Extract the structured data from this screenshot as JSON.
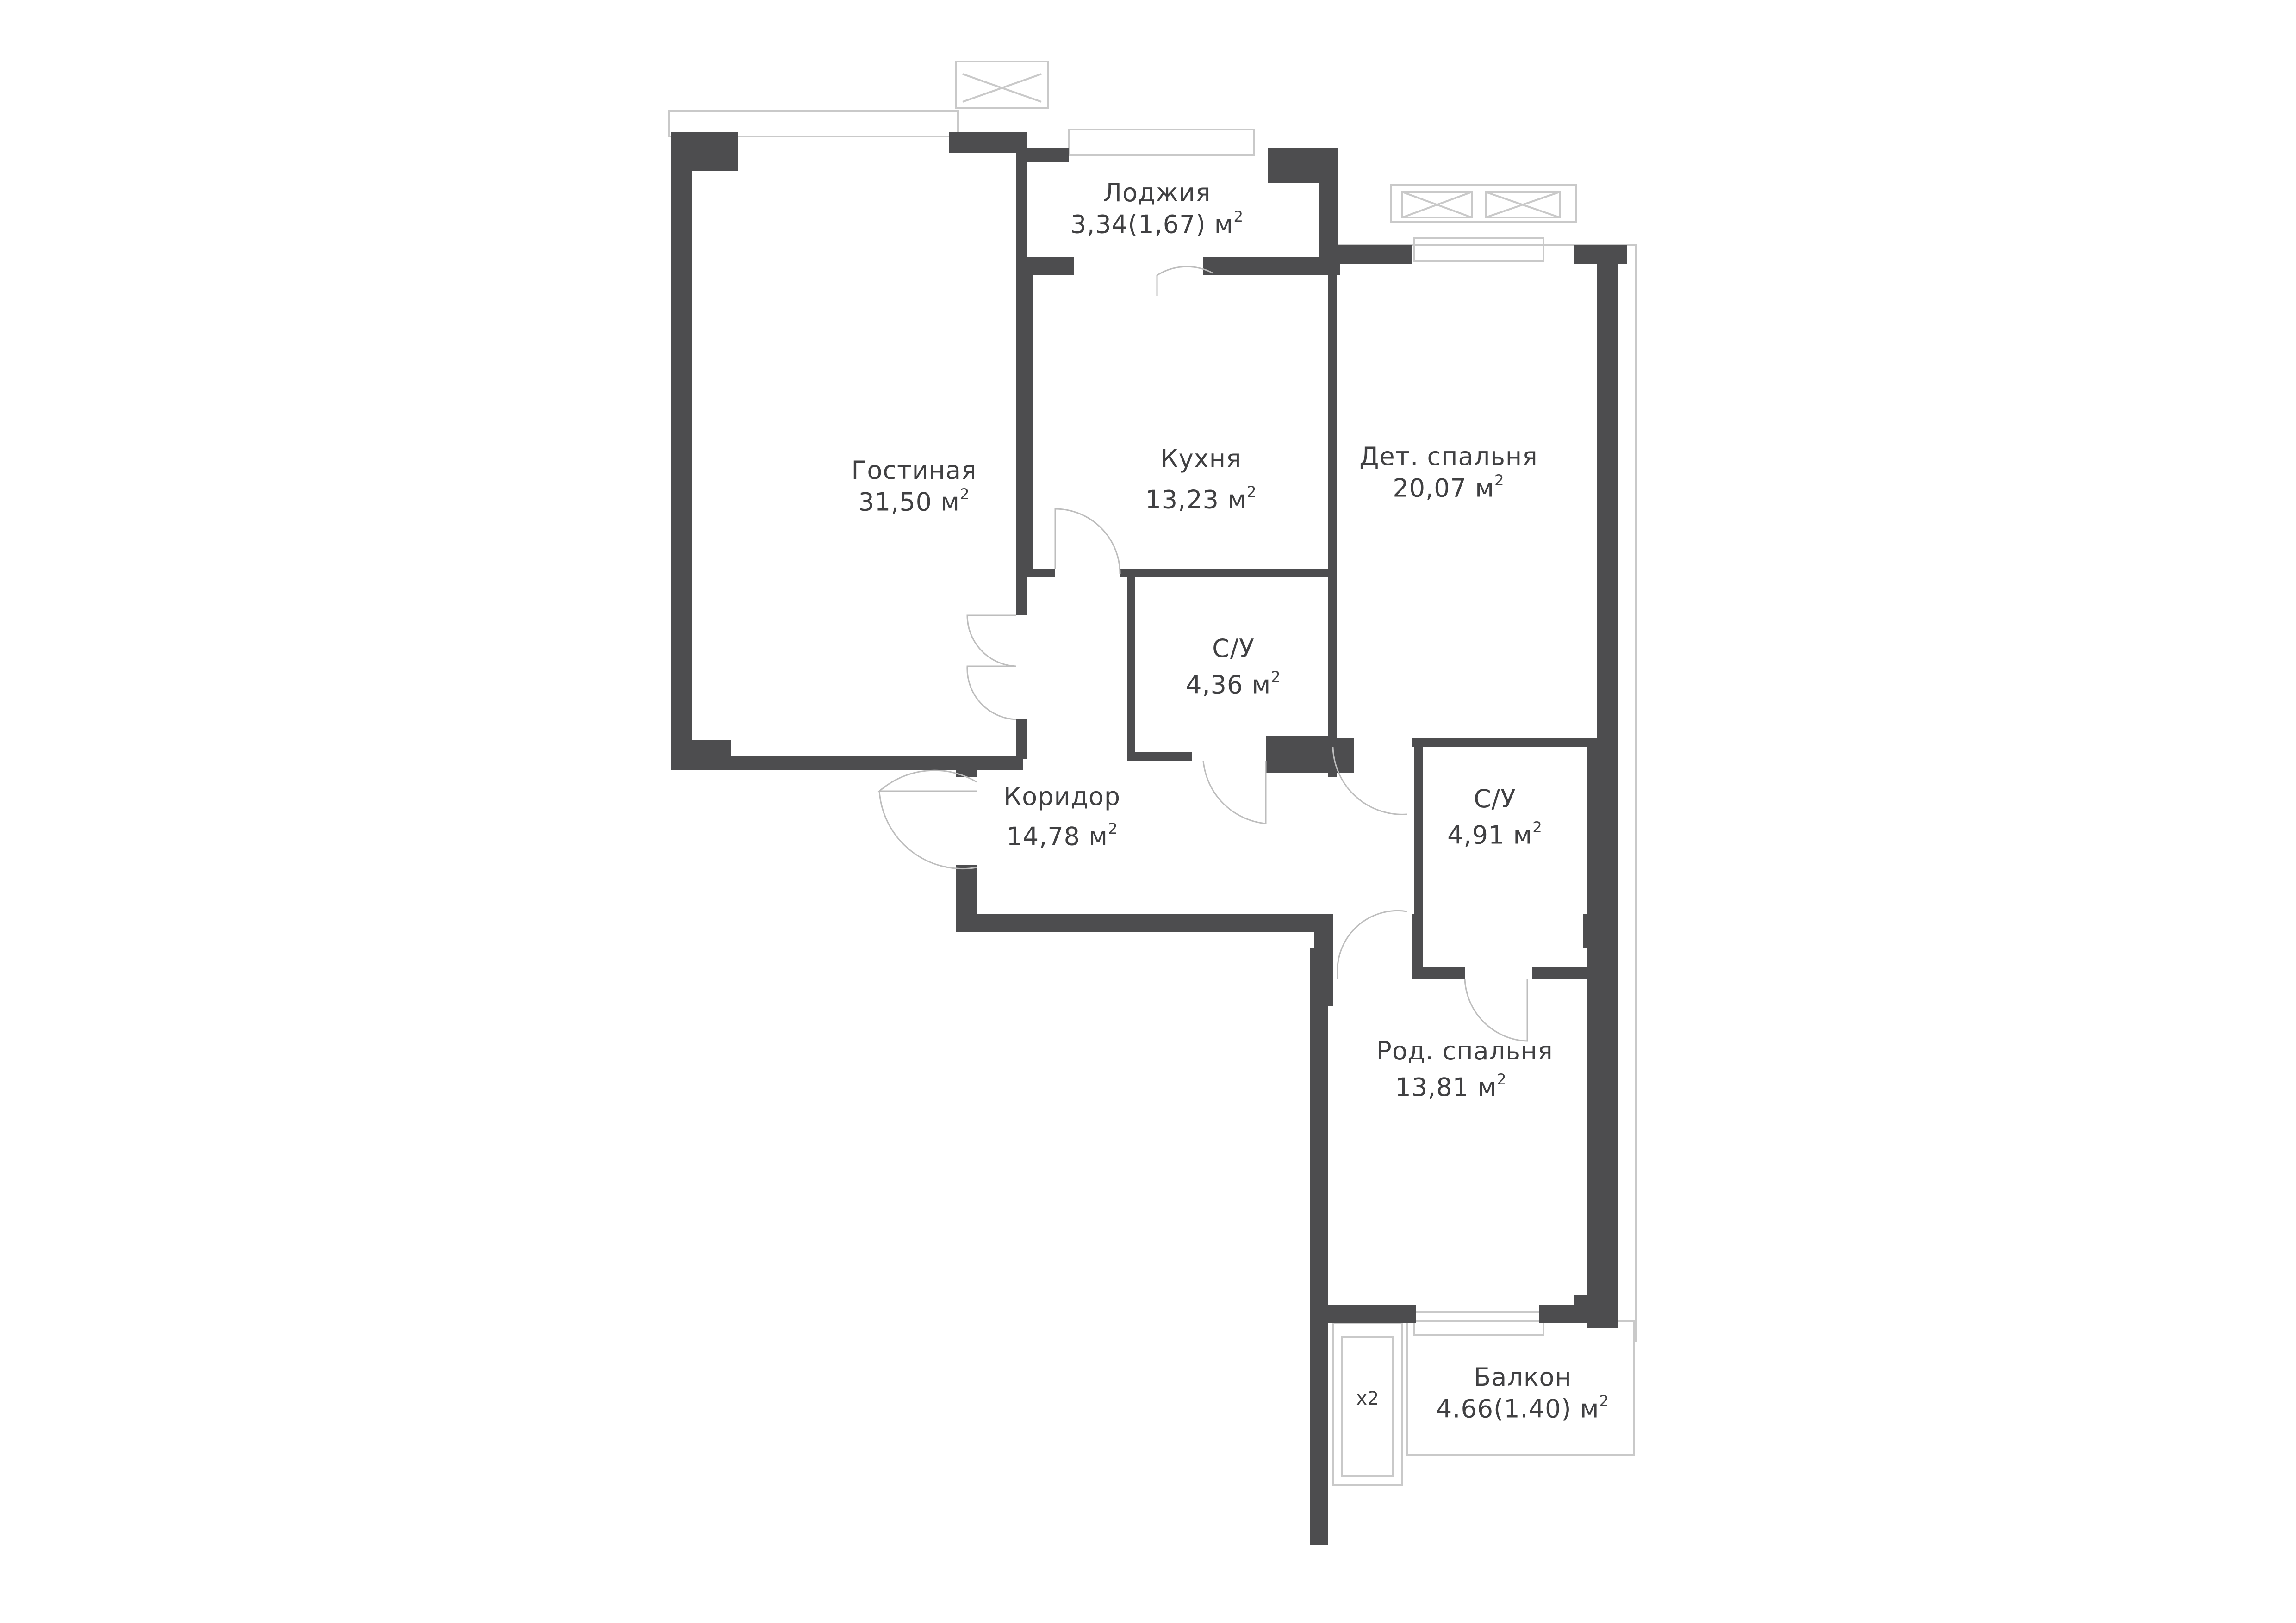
{
  "rooms": [
    {
      "id": "living",
      "name": "Гостиная",
      "area": "31,50",
      "unit": "м"
    },
    {
      "id": "kitchen",
      "name": "Кухня",
      "area": "13,23",
      "unit": "м"
    },
    {
      "id": "loggia",
      "name": "Лоджия",
      "area": "3,34(1,67)",
      "unit": "м"
    },
    {
      "id": "kids-bedroom",
      "name": "Дет. спальня",
      "area": "20,07",
      "unit": "м"
    },
    {
      "id": "bathroom-1",
      "name": "С/У",
      "area": "4,36",
      "unit": "м"
    },
    {
      "id": "bathroom-2",
      "name": "С/У",
      "area": "4,91",
      "unit": "м"
    },
    {
      "id": "corridor",
      "name": "Коридор",
      "area": "14,78",
      "unit": "м"
    },
    {
      "id": "parents-bedroom",
      "name": "Род. спальня",
      "area": "13,81",
      "unit": "м"
    },
    {
      "id": "balcony",
      "name": "Балкон",
      "area": "4.66(1.40)",
      "unit": "м"
    }
  ],
  "area_superscript": "2",
  "window_multiplier": "x2",
  "colors": {
    "wall": "#4d4d4f",
    "text": "#404042",
    "thin_line": "#c9c9c9"
  }
}
